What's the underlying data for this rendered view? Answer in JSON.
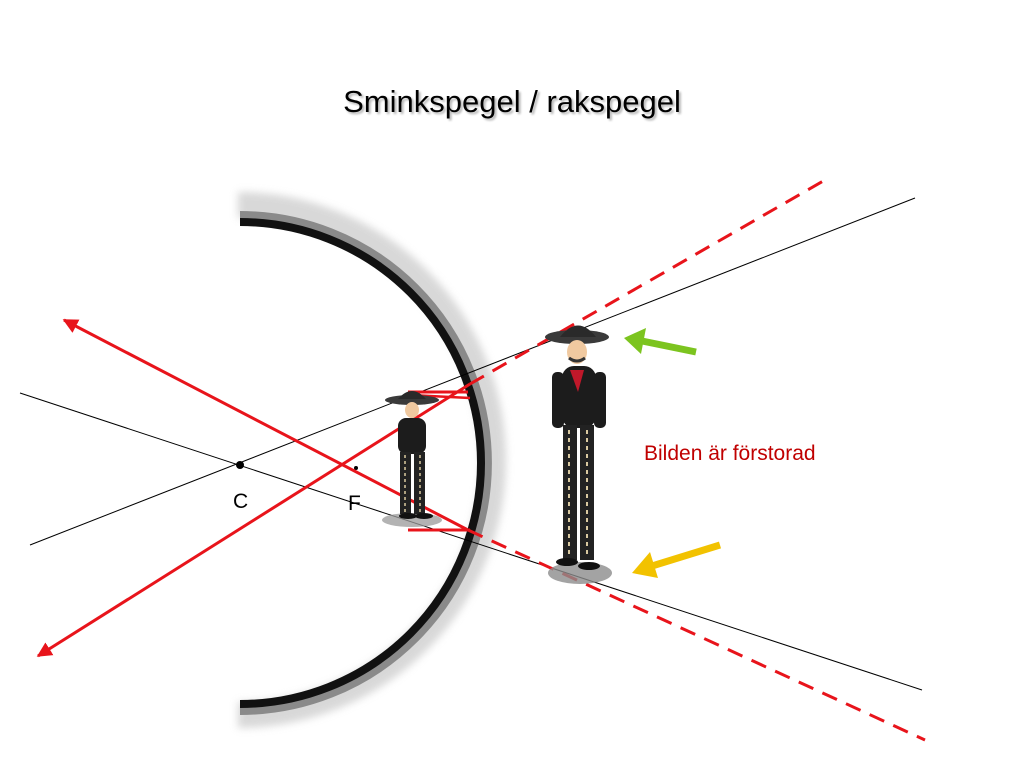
{
  "title": "Sminkspegel / rakspegel",
  "labels": {
    "center": "C",
    "focus": "F"
  },
  "caption": "Bilden är förstorad",
  "colors": {
    "ray": "#e8141b",
    "caption": "#c00000",
    "green_arrow": "#7cc41f",
    "yellow_arrow": "#f2c200",
    "mirror": "#111111"
  }
}
